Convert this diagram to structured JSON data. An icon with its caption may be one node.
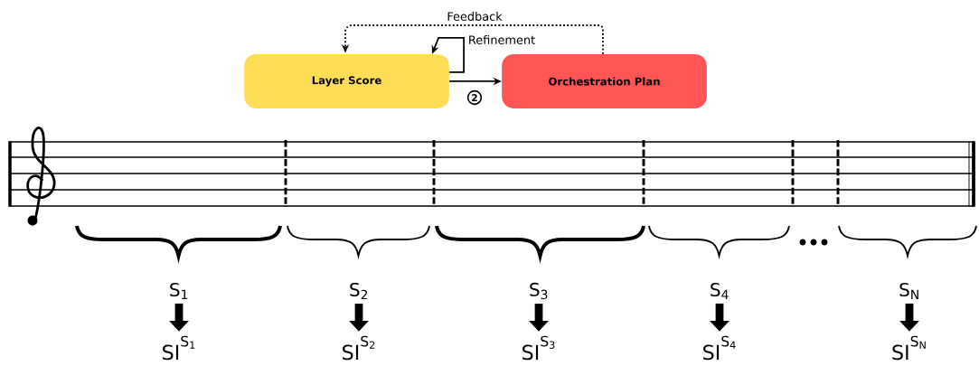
{
  "diagram": {
    "nodes": [
      {
        "text": [
          "Layer Score"
        ]
      },
      {
        "text": [
          "Orchestration Plan"
        ]
      },
      {
        "text": [
          "S$_{1}$"
        ]
      },
      {
        "text": [
          "S$_{2}$"
        ]
      },
      {
        "text": [
          "S$_{3}$"
        ]
      },
      {
        "text": [
          "S$_{4}$"
        ]
      },
      {
        "text": [
          "S$_{N}$"
        ]
      },
      {
        "text": [
          "\\mathrm{SI}^{\\mathrm{S}_{\\mathrm{1}}}"
        ]
      },
      {
        "text": [
          "\\mathrm{SI}^{\\mathrm{S}_{\\mathrm{2}}}"
        ]
      },
      {
        "text": [
          "\\mathrm{SI}^{\\mathrm{S}_{\\mathrm{3}}}"
        ]
      },
      {
        "text": [
          "\\mathrm{SI}^{\\mathrm{S}_{\\mathrm{4}}}"
        ]
      },
      {
        "text": [
          "\\mathrm{SI}^{\\mathrm{S}_{\\mathrm{N}}}"
        ]
      }
    ],
    "edges": [
      {
        "from": 0,
        "to": 1,
        "arrow": "to",
        "label": "2"
      },
      {
        "from": 0,
        "to": 0,
        "arrow": "to",
        "label": "Refinement"
      },
      {
        "from": 1,
        "to": 0,
        "arrow": "to",
        "label": "Feedback",
        "style": "dashed"
      },
      {
        "from": 2,
        "to": 7,
        "arrow": "to"
      },
      {
        "from": 3,
        "to": 8,
        "arrow": "to"
      },
      {
        "from": 4,
        "to": 9,
        "arrow": "to"
      },
      {
        "from": 5,
        "to": 10,
        "arrow": "to"
      },
      {
        "from": 6,
        "to": 11,
        "arrow": "to"
      }
    ]
  }
}
